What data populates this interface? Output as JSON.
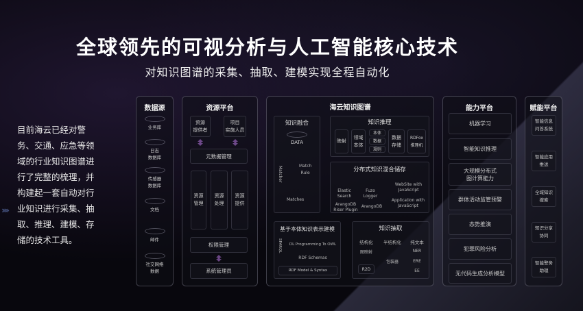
{
  "title": "全球领先的可视分析与人工智能核心技术",
  "subtitle": "对知识图谱的采集、抽取、建模实现全程自动化",
  "intro": [
    "目前海云已经对警",
    "务、交通、应急等领",
    "域的行业知识图谱进",
    "行了完整的梳理，并",
    "构建起一套自动对行",
    "业知识进行采集、抽",
    "取、推理、建模、存",
    "储的技术工具。"
  ],
  "datasource": {
    "title": "数据源",
    "items": [
      "业务库",
      "日志\n数据库",
      "传感器\n数据库",
      "文档",
      "邮件",
      "社交网络\n数据"
    ]
  },
  "resource": {
    "title": "资源平台",
    "provider": "资源\n提供者",
    "implementer": "项目\n实施人员",
    "metadata": "元数据管理",
    "cols": [
      "资源\n管理",
      "资源\n处理",
      "资源\n提供"
    ],
    "permission": "权限管理",
    "admin": "系统管理员"
  },
  "kg": {
    "title": "海云知识图谱",
    "fusion": {
      "title": "知识融合",
      "data": "DATA",
      "matcher": "Matcher",
      "match_rule": "Match\nRule",
      "matches": "Matches"
    },
    "reasoning": {
      "title": "知识推理",
      "items": [
        "映射",
        "领域\n本体",
        "本体",
        "数据",
        "规则",
        "数据\n存储",
        "RDFox\n推理机"
      ]
    },
    "storage": {
      "title": "分布式知识混合储存",
      "items": [
        "Elastic Search",
        "Fuzo Logger",
        "WebSite with\nJavaScript",
        "ArangoDB\nRiser Plugin",
        "ArangoDB",
        "Application with\nJavaScript"
      ]
    },
    "modeling": {
      "title": "基于本体知识表示建模",
      "sparql": "SPARQL",
      "dl": "DL Programming To OWL",
      "rdfs": "RDF Schemas",
      "rdf": "RDF Model & Syntax"
    },
    "extraction": {
      "title": "知识抽取",
      "cols": [
        "结构化",
        "半结构化",
        "纯文本"
      ],
      "graph_mapping": "图映射",
      "r2d": "R2D",
      "wrapper": "包装器",
      "ner": "NER",
      "ere": "ERE",
      "ee": "EE"
    }
  },
  "capability": {
    "title": "能力平台",
    "items": [
      "机器学习",
      "智能知识推理",
      "大规模分布式\n图计算能力",
      "群体活动监管预警",
      "态势推演",
      "犯罪风险分析",
      "无代码生成分析模型"
    ]
  },
  "empower": {
    "title": "赋能平台",
    "items": [
      "智能信息\n问答系统",
      "智能应用\n推送",
      "全域知识\n搜索",
      "知识分享\n协同",
      "智能警务\n助理"
    ]
  }
}
